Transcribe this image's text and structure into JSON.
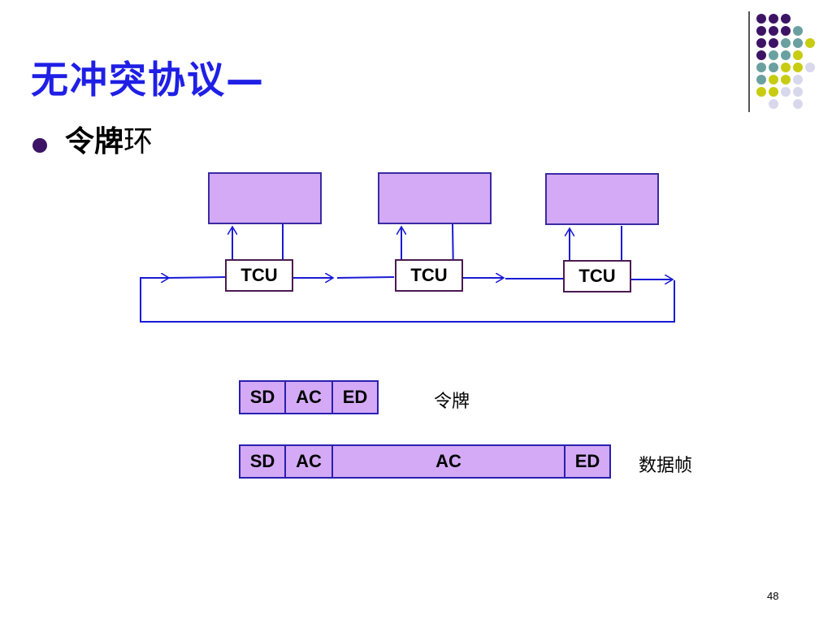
{
  "slide": {
    "title": "无冲突协议—",
    "bullet_bold": "令牌",
    "bullet_rest": "环",
    "page_number": "48"
  },
  "diagram": {
    "tcu_label": "TCU",
    "token_frame": {
      "fields": [
        "SD",
        "AC",
        "ED"
      ],
      "caption": "令牌"
    },
    "data_frame": {
      "fields": [
        "SD",
        "AC",
        "AC",
        "ED"
      ],
      "caption": "数据帧"
    }
  },
  "colors": {
    "title": "#1f1fe6",
    "station_fill": "#d4aaf6",
    "arrow": "#1a1ad6",
    "dot_purple": "#3d1465",
    "dot_teal": "#6aa0a0",
    "dot_yellow": "#c8cc10",
    "dot_lavender": "#d8d8ec"
  }
}
